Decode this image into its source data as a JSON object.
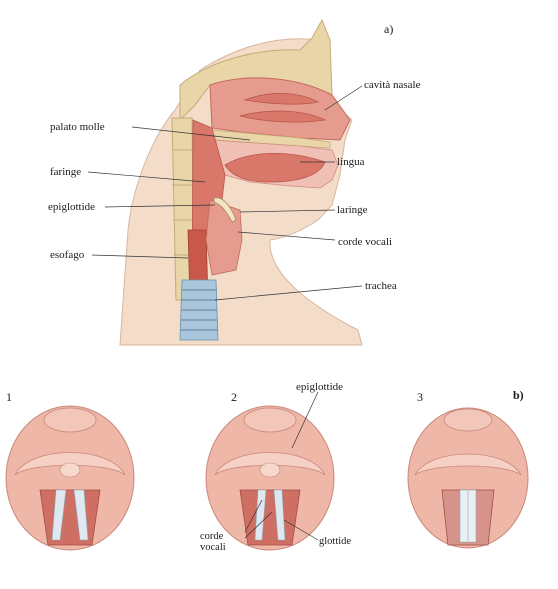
{
  "figure": {
    "panel_a": "a)",
    "panel_b": "b)"
  },
  "labels_a": {
    "cavita_nasale": "cavità nasale",
    "palato_molle": "palato molle",
    "lingua": "lingua",
    "faringe": "faringe",
    "epiglottide": "epiglottide",
    "laringe": "laringe",
    "corde_vocali": "corde vocali",
    "esofago": "esofago",
    "trachea": "trachea"
  },
  "labels_b": {
    "n1": "1",
    "n2": "2",
    "n3": "3",
    "epiglottide": "epiglottide",
    "corde": "corde",
    "vocali": "vocali",
    "glottide": "glottide"
  },
  "colors": {
    "skin": "#f2d8c2",
    "tissue_pink": "#e8a6a0",
    "tissue_red": "#d06a5e",
    "bone": "#e6d2a0",
    "cartilage_blue": "#a9c6dd",
    "cord_white": "#e9f0f4"
  }
}
